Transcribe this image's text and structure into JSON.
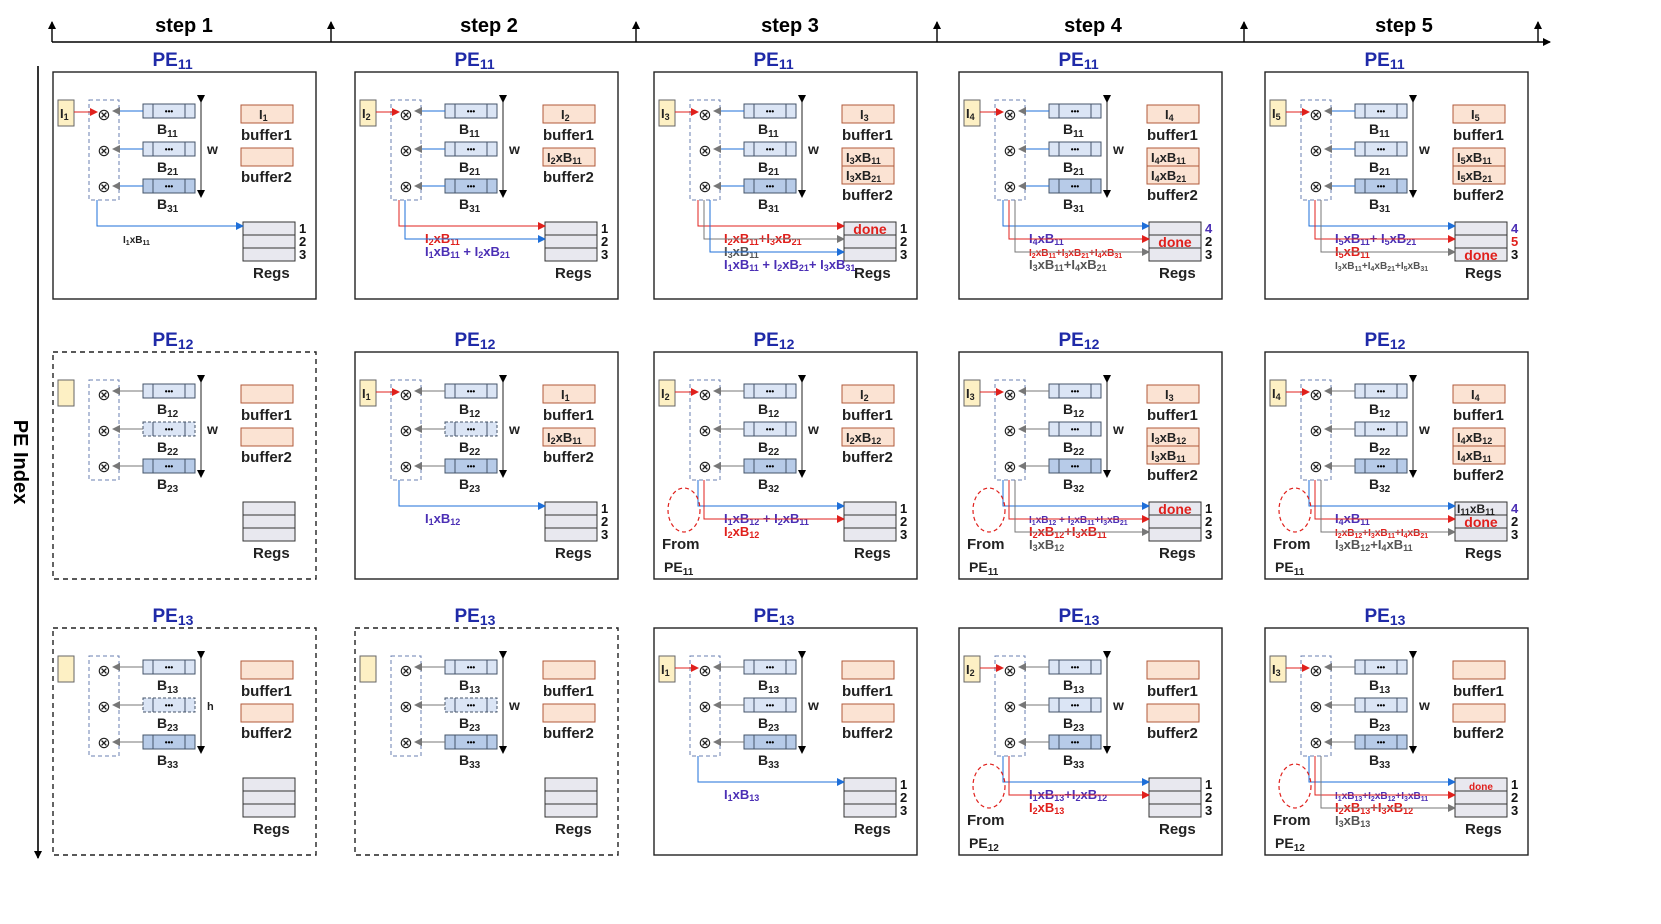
{
  "steps": [
    "step 1",
    "step 2",
    "step 3",
    "step 4",
    "step 5"
  ],
  "y_axis_label": "PE Index",
  "pe_titles": [
    "PE11",
    "PE12",
    "PE13"
  ],
  "labels": {
    "buffer1": "buffer1",
    "buffer2": "buffer2",
    "regs": "Regs",
    "w": "w",
    "h": "h",
    "done": "done",
    "from": "From",
    "mul": "⊗",
    "dots": "•••"
  },
  "cells": [
    [
      {
        "dashed": false,
        "input": "I1",
        "b": [
          "B11",
          "B21",
          "B31"
        ],
        "wl": "w",
        "buf1": "I1",
        "buf2": [],
        "rnum": [
          "1",
          "2",
          "3"
        ],
        "done": null,
        "from": null,
        "lines": [
          {
            "t": "I1xB11",
            "c": "dark",
            "s": "small"
          }
        ]
      },
      {
        "dashed": false,
        "input": "I2",
        "b": [
          "B11",
          "B21",
          "B31"
        ],
        "wl": "w",
        "buf1": "I2",
        "buf2": [
          "I2xB11"
        ],
        "rnum": [
          "1",
          "2",
          "3"
        ],
        "done": null,
        "from": null,
        "lines": [
          {
            "t": "I2xB11",
            "c": "red",
            "s": "big"
          },
          {
            "t": "I1xB11 + I2xB21",
            "c": "purple",
            "s": "big"
          }
        ]
      },
      {
        "dashed": false,
        "input": "I3",
        "b": [
          "B11",
          "B21",
          "B31"
        ],
        "wl": "w",
        "buf1": "I3",
        "buf2": [
          "I3xB11",
          "I3xB21"
        ],
        "rnum": [
          "1",
          "2",
          "3"
        ],
        "done": 0,
        "from": null,
        "lines": [
          {
            "t": "I2xB11+I3xB21",
            "c": "red",
            "s": "big"
          },
          {
            "t": "I3xB11",
            "c": "gray",
            "s": "big"
          },
          {
            "t": "I1xB11 + I2xB21+ I3xB31",
            "c": "purple",
            "s": "big"
          }
        ]
      },
      {
        "dashed": false,
        "input": "I4",
        "b": [
          "B11",
          "B21",
          "B31"
        ],
        "wl": "w",
        "buf1": "I4",
        "buf2": [
          "I4xB11",
          "I4xB21"
        ],
        "rnum": [
          "4",
          "2",
          "3"
        ],
        "done": 1,
        "from": null,
        "lines": [
          {
            "t": "I4xB11",
            "c": "purple",
            "s": "big"
          },
          {
            "t": "I2xB11+I3xB21+I4xB31",
            "c": "red",
            "s": "small"
          },
          {
            "t": "I3xB11+I4xB21",
            "c": "gray",
            "s": "big"
          }
        ]
      },
      {
        "dashed": false,
        "input": "I5",
        "b": [
          "B11",
          "B21",
          "B31"
        ],
        "wl": "w",
        "buf1": "I5",
        "buf2": [
          "I5xB11",
          "I5xB21"
        ],
        "rnum": [
          "4",
          "5",
          "3"
        ],
        "done": 2,
        "from": null,
        "lines": [
          {
            "t": "I5xB11+ I5xB21",
            "c": "purple",
            "s": "big"
          },
          {
            "t": "I5xB11",
            "c": "red",
            "s": "big"
          },
          {
            "t": "I3xB11+I4xB21+I5xB31",
            "c": "gray",
            "s": "small"
          }
        ]
      }
    ],
    [
      {
        "dashed": true,
        "input": "",
        "b": [
          "B12",
          "B22",
          "B23"
        ],
        "wl": "w",
        "buf1": "",
        "buf2": [],
        "rnum": [],
        "done": null,
        "from": null,
        "lines": []
      },
      {
        "dashed": false,
        "input": "I1",
        "b": [
          "B12",
          "B22",
          "B23"
        ],
        "wl": "w",
        "buf1": "I1",
        "buf2": [
          "I2xB11"
        ],
        "rnum": [
          "1",
          "2",
          "3"
        ],
        "done": null,
        "from": null,
        "lines": [
          {
            "t": "I1xB12",
            "c": "purple",
            "s": "big"
          }
        ]
      },
      {
        "dashed": false,
        "input": "I2",
        "b": [
          "B12",
          "B22",
          "B32"
        ],
        "wl": "w",
        "buf1": "I2",
        "buf2": [
          "I2xB12"
        ],
        "rnum": [
          "1",
          "2",
          "3"
        ],
        "done": null,
        "from": "PE11",
        "lines": [
          {
            "t": "I1xB12 + I2xB11",
            "c": "purple",
            "s": "big"
          },
          {
            "t": "I2xB12",
            "c": "red",
            "s": "big"
          }
        ]
      },
      {
        "dashed": false,
        "input": "I3",
        "b": [
          "B12",
          "B22",
          "B32"
        ],
        "wl": "w",
        "buf1": "I3",
        "buf2": [
          "I3xB12",
          "I3xB11"
        ],
        "rnum": [
          "1",
          "2",
          "3"
        ],
        "done": 0,
        "from": "PE11",
        "lines": [
          {
            "t": "I1xB12 + I2xB11+I3xB21",
            "c": "purple",
            "s": "small"
          },
          {
            "t": "I2xB12+I3xB11",
            "c": "red",
            "s": "big"
          },
          {
            "t": "I3xB12",
            "c": "gray",
            "s": "big"
          }
        ]
      },
      {
        "dashed": false,
        "input": "I4",
        "b": [
          "B12",
          "B22",
          "B32"
        ],
        "wl": "w",
        "buf1": "I4",
        "buf2": [
          "I4xB12",
          "I4xB11"
        ],
        "rnum": [
          "4",
          "2",
          "3"
        ],
        "done": 1,
        "reg0": "I11xB11",
        "from": "PE11",
        "lines": [
          {
            "t": "I4xB11",
            "c": "purple",
            "s": "big"
          },
          {
            "t": "I2xB12+I3xB11+I4xB21",
            "c": "red",
            "s": "small"
          },
          {
            "t": "I3xB12+I4xB11",
            "c": "gray",
            "s": "big"
          }
        ]
      }
    ],
    [
      {
        "dashed": true,
        "input": "",
        "b": [
          "B13",
          "B23",
          "B33"
        ],
        "wl": "h",
        "buf1": "",
        "buf2": [],
        "rnum": [],
        "done": null,
        "from": null,
        "lines": []
      },
      {
        "dashed": true,
        "input": "",
        "b": [
          "B13",
          "B23",
          "B33"
        ],
        "wl": "w",
        "buf1": "",
        "buf2": [],
        "rnum": [],
        "done": null,
        "from": null,
        "lines": []
      },
      {
        "dashed": false,
        "input": "I1",
        "b": [
          "B13",
          "B23",
          "B33"
        ],
        "wl": "w",
        "buf1": "",
        "buf2": [],
        "rnum": [
          "1",
          "2",
          "3"
        ],
        "done": null,
        "from": null,
        "lines": [
          {
            "t": "I1xB13",
            "c": "purple",
            "s": "big"
          }
        ]
      },
      {
        "dashed": false,
        "input": "I2",
        "b": [
          "B13",
          "B23",
          "B33"
        ],
        "wl": "w",
        "buf1": "",
        "buf2": [],
        "rnum": [
          "1",
          "2",
          "3"
        ],
        "done": null,
        "from": "PE12",
        "lines": [
          {
            "t": "I1xB13+I2xB12",
            "c": "purple",
            "s": "big"
          },
          {
            "t": "I2xB13",
            "c": "red",
            "s": "big"
          }
        ]
      },
      {
        "dashed": false,
        "input": "I3",
        "b": [
          "B13",
          "B23",
          "B33"
        ],
        "wl": "w",
        "buf1": "",
        "buf2": [],
        "rnum": [
          "1",
          "2",
          "3"
        ],
        "done": 0,
        "from": "PE12",
        "lines": [
          {
            "t": "I1xB13+I2xB12+I3xB11",
            "c": "purple",
            "s": "small"
          },
          {
            "t": "I2xB13+I3xB12",
            "c": "red",
            "s": "big"
          },
          {
            "t": "I3xB13",
            "c": "gray",
            "s": "big"
          }
        ]
      }
    ]
  ]
}
